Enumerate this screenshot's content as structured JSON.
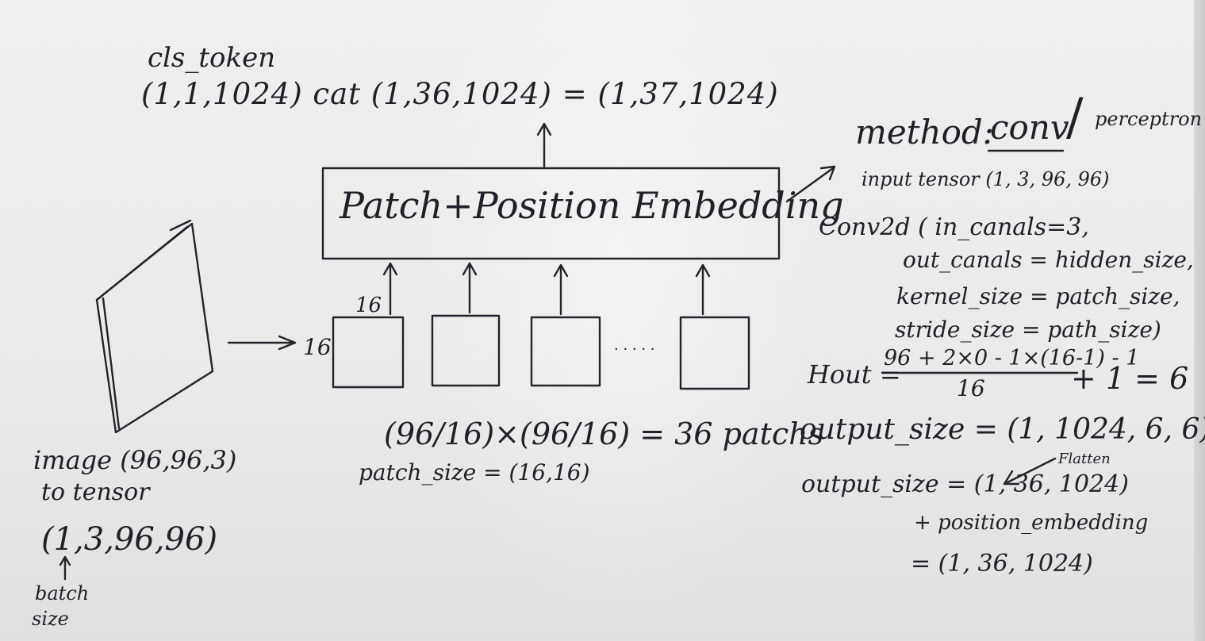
{
  "cls_token": {
    "label": "cls_token",
    "equation": "(1,1,1024) cat (1,36,1024) = (1,37,1024)"
  },
  "embedding_box": {
    "label": "Patch+Position Embedding"
  },
  "method": {
    "label": "method:",
    "selected": "conv",
    "separator": "/",
    "alternative": "perceptron",
    "input_tensor": "input tensor (1, 3, 96, 96)",
    "conv_lines": [
      "Conv2d ( in_canals=3,",
      "out_canals = hidden_size,",
      "kernel_size = patch_size,",
      "stride_size = path_size)"
    ],
    "hout_label": "Hout =",
    "hout_numerator": "96 + 2×0 - 1×(16-1) - 1",
    "hout_denominator": "16",
    "hout_result": "+ 1 = 6",
    "output_size_1": "output_size = (1, 1024, 6, 6)",
    "flatten_label": "Flatten",
    "output_size_2": "output_size = (1, 36, 1024)",
    "plus_position": "+ position_embedding",
    "final_size": "= (1, 36, 1024)"
  },
  "image": {
    "label": "image (96,96,3)",
    "to_tensor": "to tensor",
    "tensor_shape": "(1,3,96,96)",
    "batch_label_line1": "batch",
    "batch_label_line2": "size"
  },
  "patches": {
    "input_dim": "16",
    "patch_dim": "16",
    "ellipsis": "· · · · ·",
    "count_formula": "(96/16)×(96/16) = 36 patchs",
    "patch_size": "patch_size = (16,16)"
  }
}
